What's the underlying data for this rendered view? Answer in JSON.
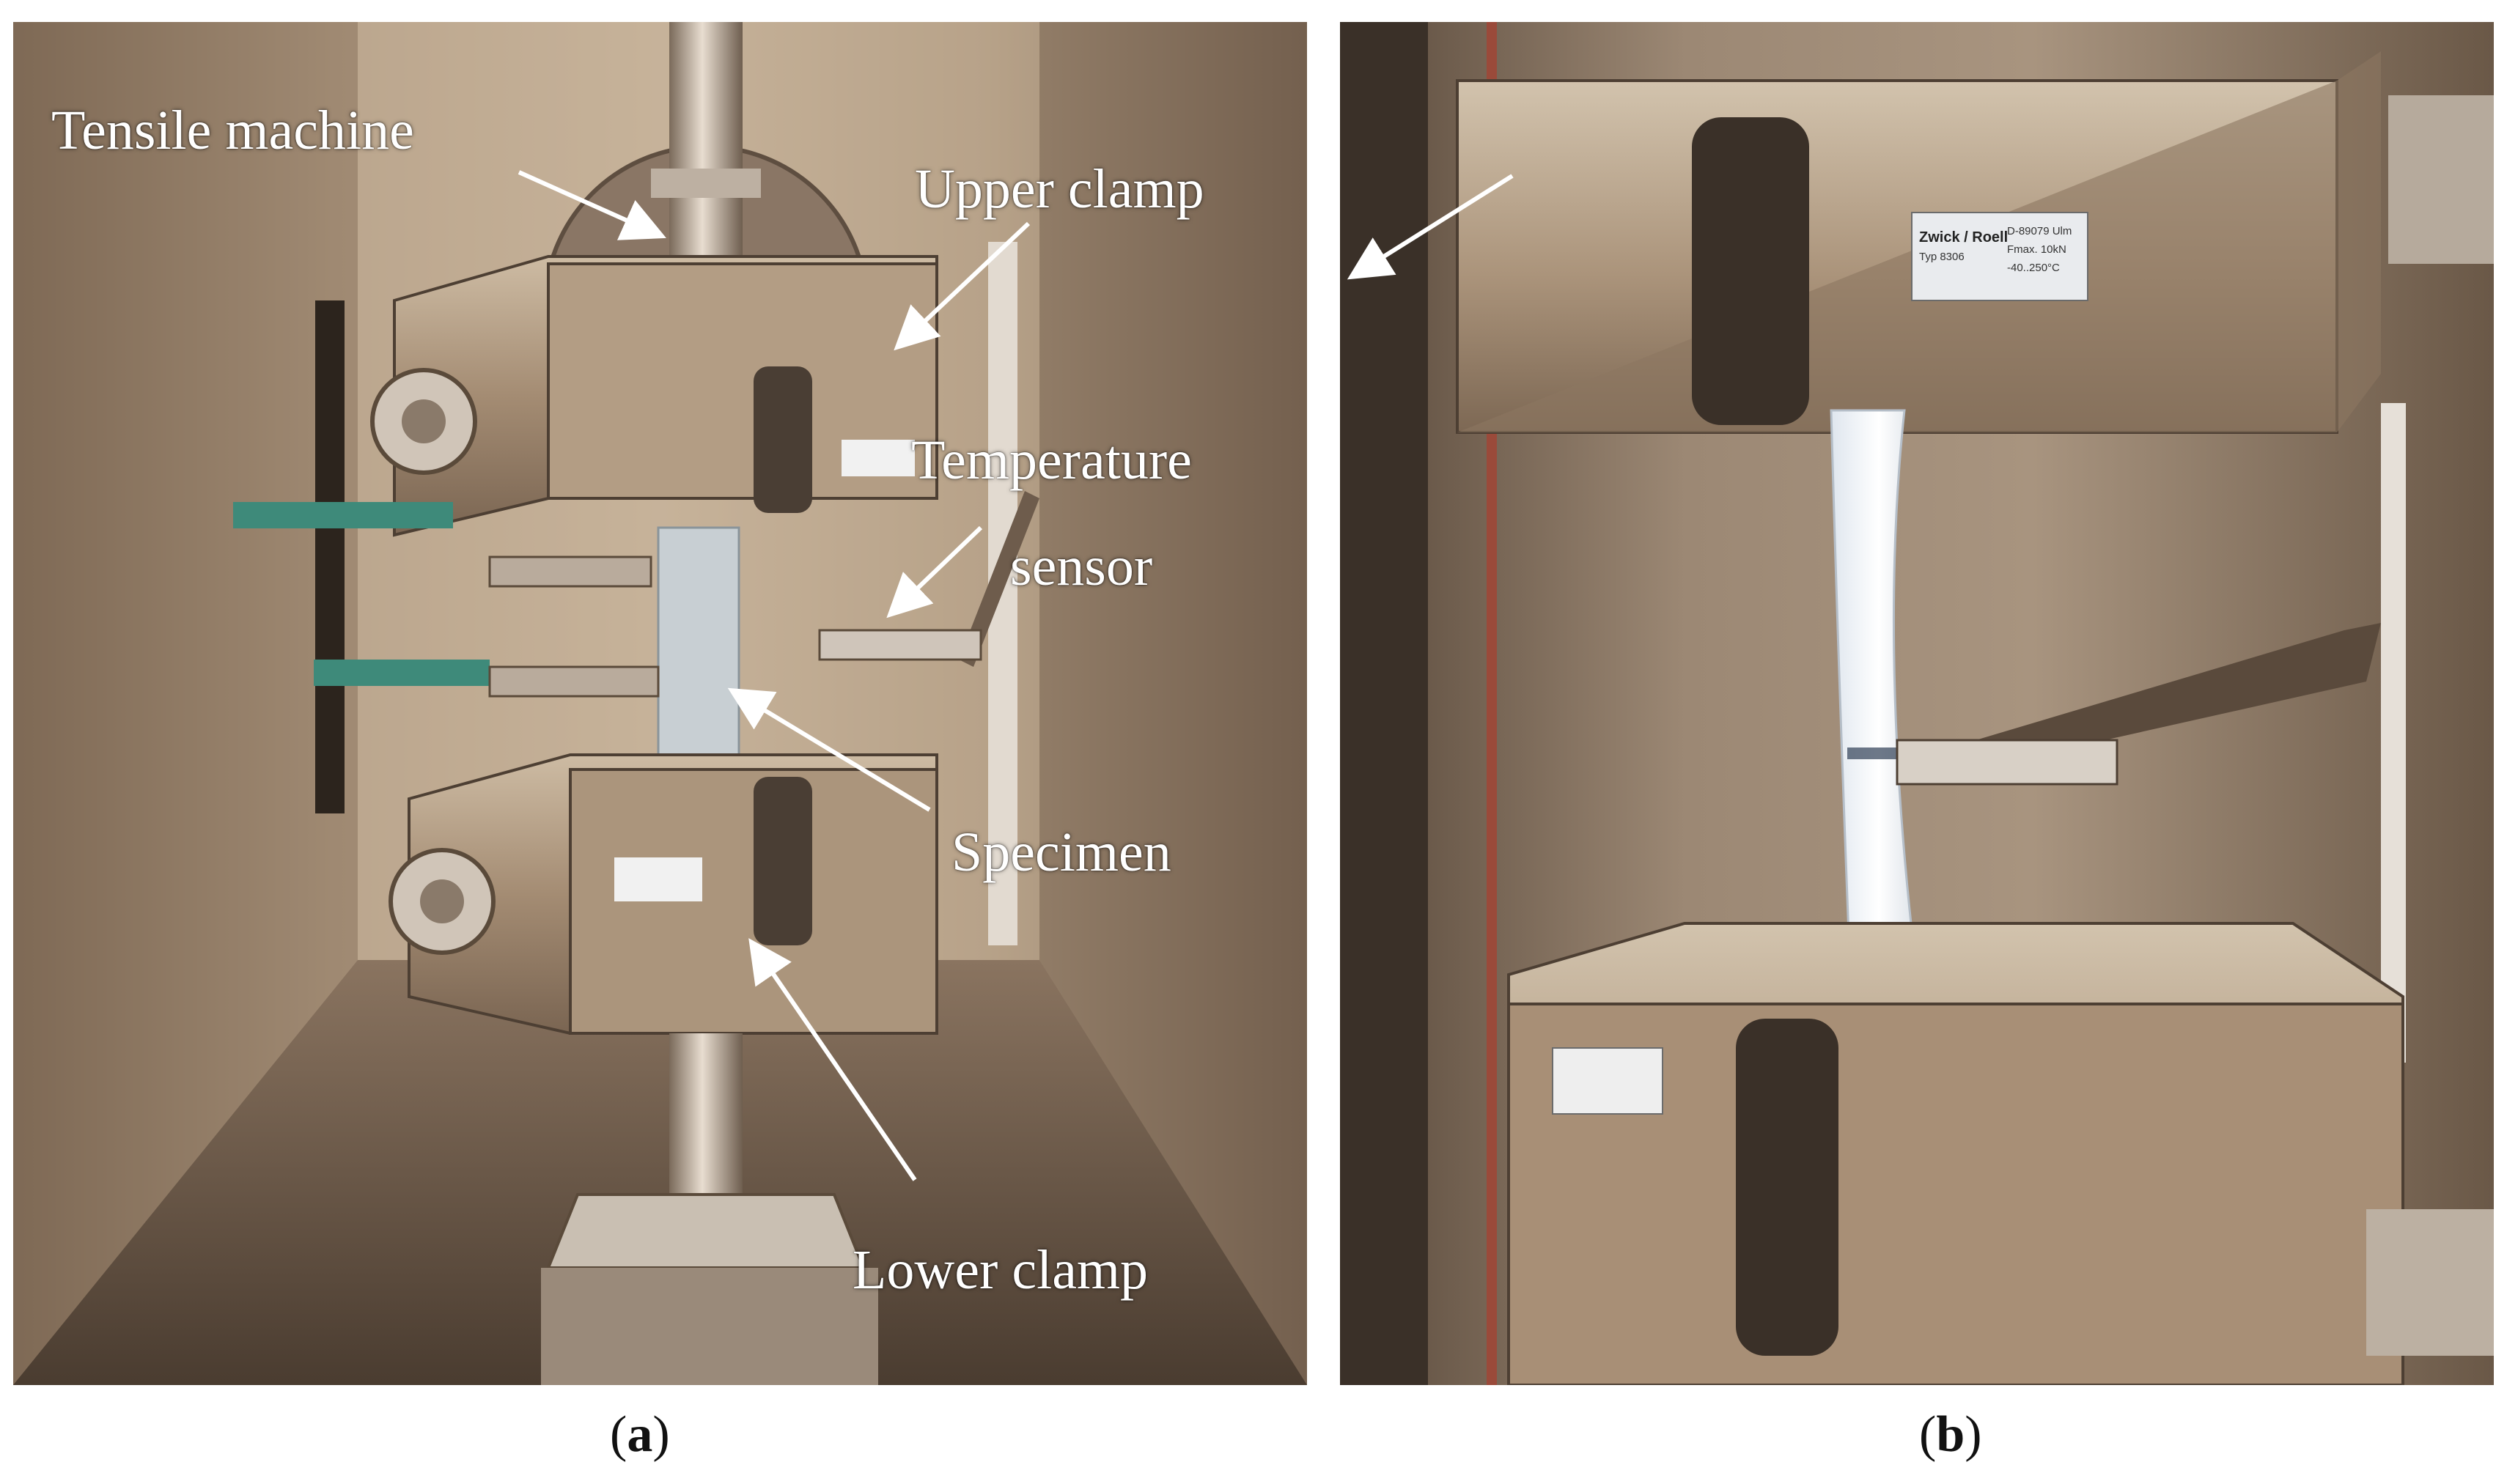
{
  "panel_a": {
    "labels": {
      "tensile_machine": "Tensile machine",
      "upper_clamp": "Upper clamp",
      "temperature": "Temperature",
      "sensor": "sensor",
      "specimen": "Specimen",
      "lower_clamp": "Lower clamp"
    },
    "caption_open": "(",
    "caption_letter": "a",
    "caption_close": ")"
  },
  "panel_b": {
    "caption_open": "(",
    "caption_letter": "b",
    "caption_close": ")",
    "plate_brand": "Zwick / Roell",
    "plate_type": "Typ 8306",
    "plate_address": "D-89079 Ulm",
    "plate_fmax": "Fmax. 10kN",
    "plate_temp": "-40..250°C"
  },
  "colors": {
    "steel_light": "#d9c9b3",
    "steel_mid": "#a89077",
    "steel_dark": "#5a4a3a",
    "specimen": "#f4f6f8",
    "arrow": "#ffffff"
  }
}
